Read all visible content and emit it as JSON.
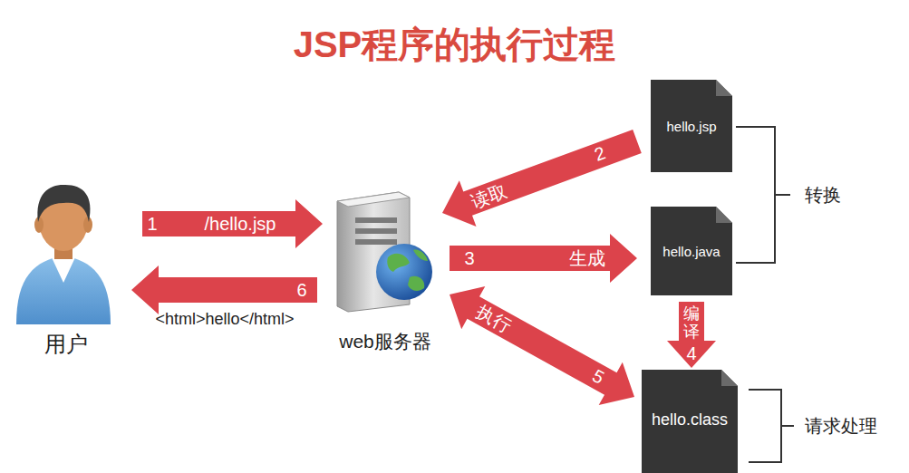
{
  "diagram": {
    "title": "JSP程序的执行过程",
    "nodes": [
      {
        "text": [
          "用户"
        ]
      },
      {
        "text": [
          "web服务器"
        ]
      },
      {
        "text": [
          "hello.jsp"
        ]
      },
      {
        "text": [
          "hello.java"
        ]
      },
      {
        "text": [
          "hello.class"
        ]
      }
    ],
    "edges": [
      {
        "from": 0,
        "to": 1,
        "arrow": "to",
        "label": "/hello.jsp"
      },
      {
        "from": 2,
        "to": 1,
        "arrow": "to",
        "label": "读取"
      },
      {
        "from": 1,
        "to": 3,
        "arrow": "to",
        "label": "生成"
      },
      {
        "from": 3,
        "to": 4,
        "arrow": "to",
        "label": "编译"
      },
      {
        "from": 1,
        "to": 4,
        "arrow": "both",
        "label": "执行"
      },
      {
        "from": 1,
        "to": 0,
        "arrow": "to",
        "label": "<html>hello</html>"
      }
    ],
    "labels": [
      "1",
      "2",
      "3",
      "4",
      "5",
      "6",
      "转换",
      "请求处理"
    ]
  }
}
